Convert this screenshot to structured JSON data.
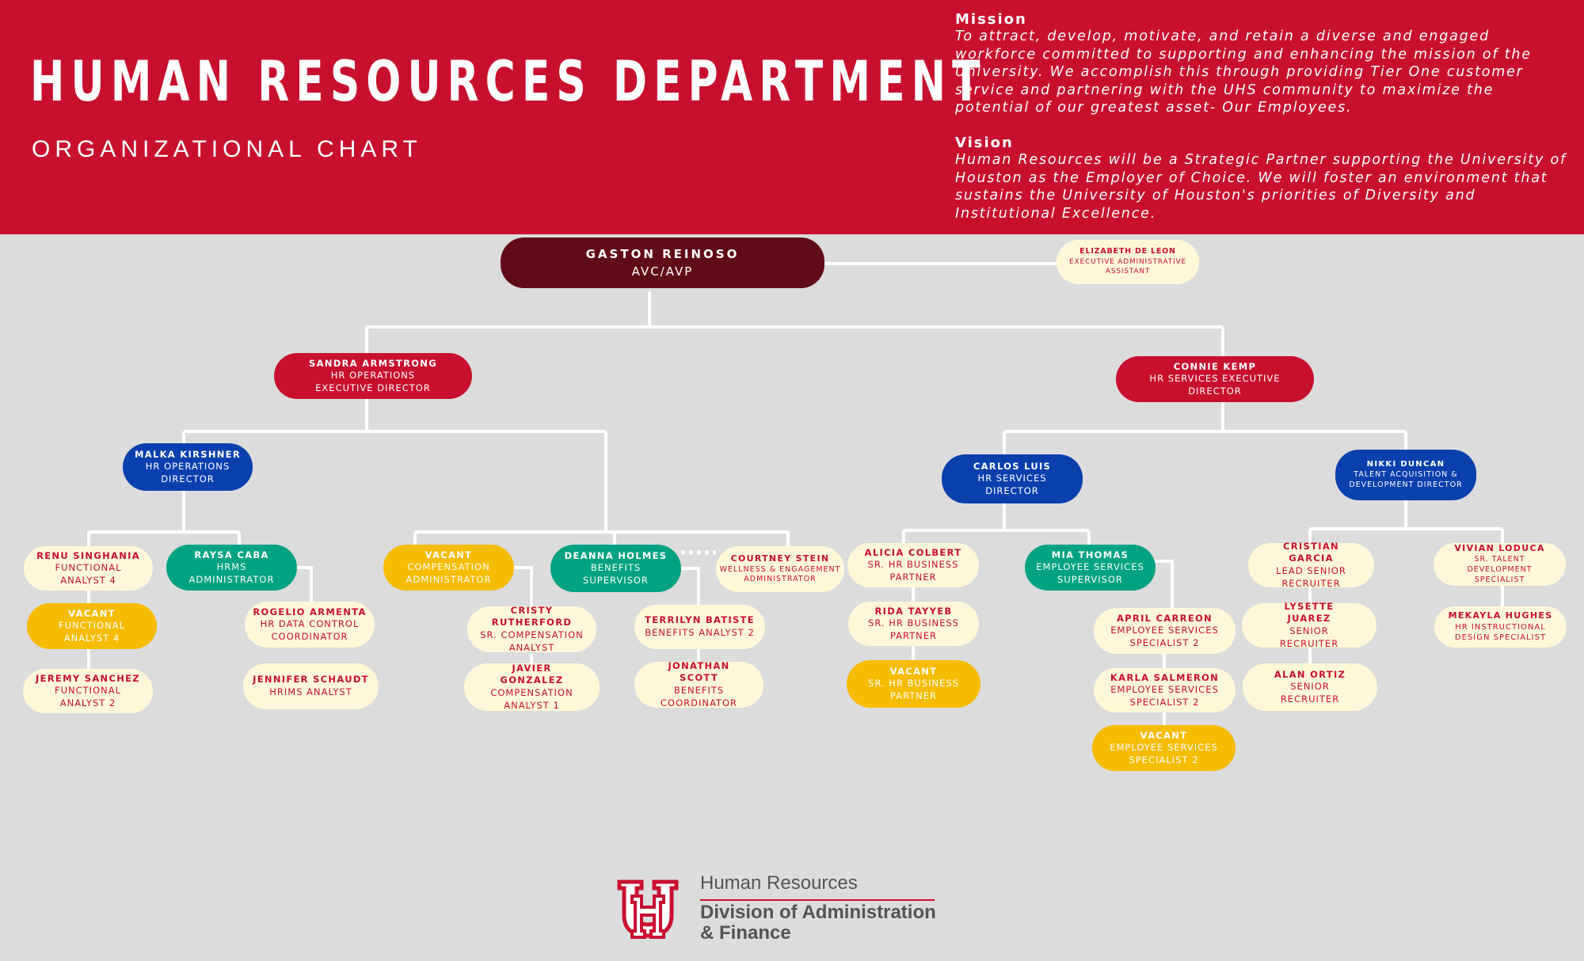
{
  "header": {
    "title": "HUMAN RESOURCES DEPARTMENT",
    "subtitle": "ORGANIZATIONAL CHART",
    "mission_heading": "Mission",
    "mission_text": "To attract, develop, motivate, and retain a diverse and engaged workforce committed to supporting and enhancing the mission of the University.  We accomplish this through providing Tier One customer service and partnering with the UHS community to maximize the potential of our greatest asset- Our Employees.",
    "vision_heading": "Vision",
    "vision_text": "Human Resources will be a Strategic Partner supporting the University of Houston as the Employer of Choice.  We will foster an environment that sustains the University of Houston's priorities of Diversity and Institutional Excellence."
  },
  "colors": {
    "brand_red": "#c8102e",
    "top_dark_red": "#610b17",
    "blue": "#0a3fae",
    "green": "#00a381",
    "yellow": "#f5bc00",
    "cream": "#fff8d8",
    "background": "#dcdcdc"
  },
  "nodes": {
    "gaston_reinoso": {
      "name": "GASTON REINOSO",
      "role": "AVC/AVP"
    },
    "elizabeth_de_leon": {
      "name": "ELIZABETH DE LEON",
      "role": "EXECUTIVE ADMINISTRATIVE ASSISTANT"
    },
    "sandra_armstrong": {
      "name": "SANDRA ARMSTRONG",
      "role": "HR OPERATIONS EXECUTIVE DIRECTOR"
    },
    "connie_kemp": {
      "name": "CONNIE KEMP",
      "role": "HR SERVICES EXECUTIVE DIRECTOR"
    },
    "malka_kirshner": {
      "name": "MALKA KIRSHNER",
      "role": "HR OPERATIONS DIRECTOR"
    },
    "carlos_luis": {
      "name": "CARLOS LUIS",
      "role": "HR SERVICES DIRECTOR"
    },
    "nikki_duncan": {
      "name": "NIKKI DUNCAN",
      "role": "TALENT ACQUISITION & DEVELOPMENT DIRECTOR"
    },
    "renu_singhania": {
      "name": "RENU SINGHANIA",
      "role": "FUNCTIONAL ANALYST 4"
    },
    "vacant_functional_analyst_4": {
      "name": "VACANT",
      "role": "FUNCTIONAL ANALYST 4"
    },
    "jeremy_sanchez": {
      "name": "JEREMY SANCHEZ",
      "role": "FUNCTIONAL ANALYST 2"
    },
    "raysa_caba": {
      "name": "RAYSA CABA",
      "role": "HRMS ADMINISTRATOR"
    },
    "rogelio_armenta": {
      "name": "ROGELIO ARMENTA",
      "role": "HR DATA CONTROL COORDINATOR"
    },
    "jennifer_schaudt": {
      "name": "JENNIFER SCHAUDT",
      "role": "HRIMS ANALYST"
    },
    "vacant_compensation_admin": {
      "name": "VACANT",
      "role": "COMPENSATION ADMINISTRATOR"
    },
    "cristy_rutherford": {
      "name": "CRISTY RUTHERFORD",
      "role": "SR. COMPENSATION ANALYST"
    },
    "javier_gonzalez": {
      "name": "JAVIER GONZALEZ",
      "role": "COMPENSATION ANALYST 1"
    },
    "deanna_holmes": {
      "name": "DEANNA HOLMES",
      "role": "BENEFITS SUPERVISOR"
    },
    "courtney_stein": {
      "name": "COURTNEY STEIN",
      "role": "WELLNESS & ENGAGEMENT ADMINISTRATOR"
    },
    "terrilyn_batiste": {
      "name": "TERRILYN BATISTE",
      "role": "BENEFITS ANALYST 2"
    },
    "jonathan_scott": {
      "name": "JONATHAN SCOTT",
      "role": "BENEFITS COORDINATOR"
    },
    "alicia_colbert": {
      "name": "ALICIA COLBERT",
      "role": "SR. HR BUSINESS PARTNER"
    },
    "rida_tayyeb": {
      "name": "RIDA TAYYEB",
      "role": "SR. HR BUSINESS PARTNER"
    },
    "vacant_sr_hr_bp": {
      "name": "VACANT",
      "role": "SR. HR BUSINESS PARTNER"
    },
    "mia_thomas": {
      "name": "MIA THOMAS",
      "role": "EMPLOYEE SERVICES SUPERVISOR"
    },
    "april_carreon": {
      "name": "APRIL CARREON",
      "role": "EMPLOYEE SERVICES SPECIALIST 2"
    },
    "karla_salmeron": {
      "name": "KARLA SALMERON",
      "role": "EMPLOYEE SERVICES SPECIALIST 2"
    },
    "vacant_es_specialist": {
      "name": "VACANT",
      "role": "EMPLOYEE SERVICES SPECIALIST 2"
    },
    "cristian_garcia": {
      "name": "CRISTIAN GARCIA",
      "role": "LEAD SENIOR RECRUITER"
    },
    "lysette_juarez": {
      "name": "LYSETTE JUAREZ",
      "role": "SENIOR RECRUITER"
    },
    "alan_ortiz": {
      "name": "ALAN ORTIZ",
      "role": "SENIOR RECRUITER"
    },
    "vivian_loduca": {
      "name": "VIVIAN LODUCA",
      "role": "SR. TALENT DEVELOPMENT SPECIALIST"
    },
    "mekayla_hughes": {
      "name": "MEKAYLA HUGHES",
      "role": "HR INSTRUCTIONAL DESIGN SPECIALIST"
    }
  },
  "logo": {
    "line1": "Human Resources",
    "line2": "Division of Administration",
    "line3": "& Finance"
  }
}
